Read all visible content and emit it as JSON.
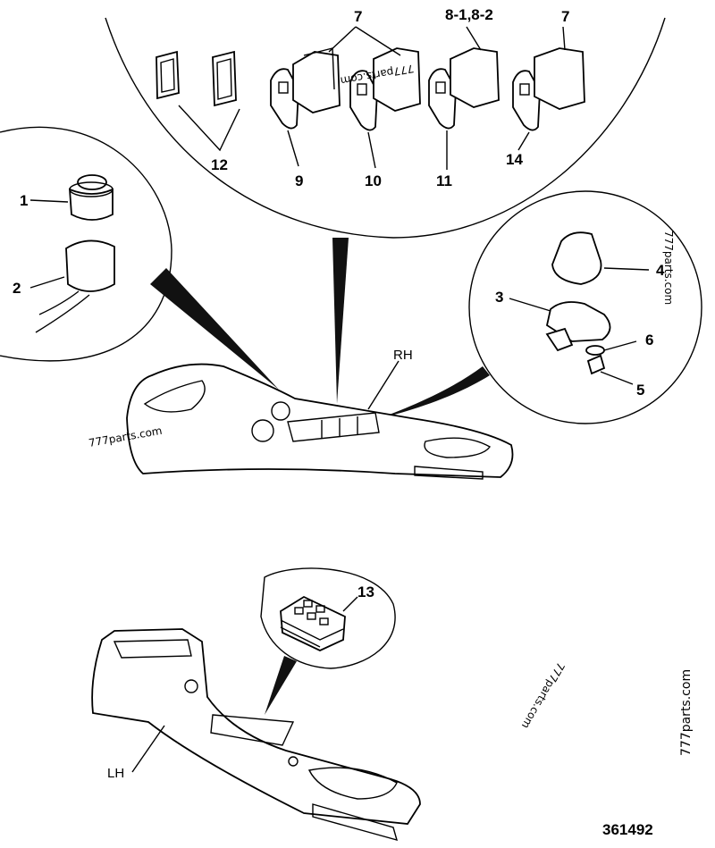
{
  "callouts": {
    "c1": "1",
    "c2": "2",
    "c3": "3",
    "c4": "4",
    "c5": "5",
    "c6": "6",
    "c7a": "7",
    "c7b": "7",
    "c81": "8-1,8-2",
    "c9": "9",
    "c10": "10",
    "c11": "11",
    "c12": "12",
    "c13": "13",
    "c14": "14"
  },
  "side_labels": {
    "rh": "RH",
    "lh": "LH"
  },
  "watermarks": {
    "w1": "777parts.com",
    "w2": "777parts.com",
    "w3": "777parts.com",
    "w4": "777parts.com",
    "w5": "777parts.com"
  },
  "figure_number": "361492"
}
